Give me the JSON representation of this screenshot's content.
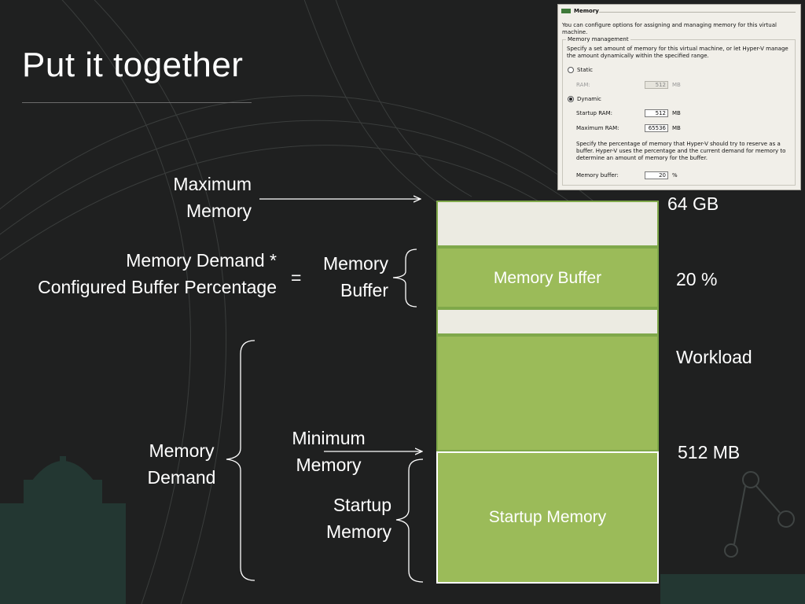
{
  "slide": {
    "title": "Put it together"
  },
  "labels": {
    "maximum_memory_line1": "Maximum",
    "maximum_memory_line2": "Memory",
    "demand_formula_line1": "Memory Demand *",
    "demand_formula_line2": "Configured Buffer Percentage",
    "equals": "=",
    "memory_buffer_line1": "Memory",
    "memory_buffer_line2": "Buffer",
    "memory_demand_line1": "Memory",
    "memory_demand_line2": "Demand",
    "minimum_memory_line1": "Minimum",
    "minimum_memory_line2": "Memory",
    "startup_memory_line1": "Startup",
    "startup_memory_line2": "Memory"
  },
  "stack": {
    "buffer_block_label": "Memory Buffer",
    "startup_block_label": "Startup Memory"
  },
  "values": {
    "max": "64 GB",
    "buffer": "20 %",
    "workload": "Workload",
    "min": "512 MB"
  },
  "dialog": {
    "header": "Memory",
    "intro": "You can configure options for assigning and managing memory for this virtual machine.",
    "group_label": "Memory management",
    "group_desc": "Specify a set amount of memory for this virtual machine, or let Hyper-V manage the amount dynamically within the specified range.",
    "static_label": "Static",
    "ram_label": "RAM:",
    "ram_value": "512",
    "ram_unit": "MB",
    "dynamic_label": "Dynamic",
    "startup_ram_label": "Startup RAM:",
    "startup_ram_value": "512",
    "startup_ram_unit": "MB",
    "max_ram_label": "Maximum RAM:",
    "max_ram_value": "65536",
    "max_ram_unit": "MB",
    "buffer_desc": "Specify the percentage of memory that Hyper-V should try to reserve as a buffer. Hyper-V uses the percentage and the current demand for memory to determine an amount of memory for the buffer.",
    "buffer_label": "Memory buffer:",
    "buffer_value": "20",
    "buffer_unit": "%"
  },
  "colors": {
    "background": "#1f2020",
    "green_block": "#9bbb59",
    "pale_block": "#ecebe2",
    "text": "#ffffff"
  }
}
